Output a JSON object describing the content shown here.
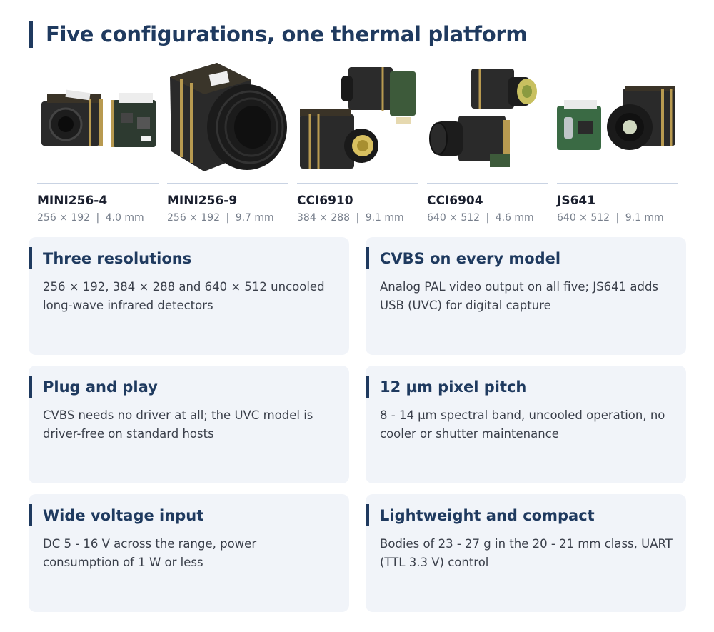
{
  "header": {
    "title": "Five configurations, one thermal platform"
  },
  "products": [
    {
      "name": "MINI256-4",
      "resolution": "256 × 192",
      "separator": "|",
      "lens": "4.0 mm"
    },
    {
      "name": "MINI256-9",
      "resolution": "256 × 192",
      "separator": "|",
      "lens": "9.7 mm"
    },
    {
      "name": "CCI6910",
      "resolution": "384 × 288",
      "separator": "|",
      "lens": "9.1 mm"
    },
    {
      "name": "CCI6904",
      "resolution": "640 × 512",
      "separator": "|",
      "lens": "4.6 mm"
    },
    {
      "name": "JS641",
      "resolution": "640 × 512",
      "separator": "|",
      "lens": "9.1 mm"
    }
  ],
  "features": [
    {
      "title": "Three resolutions",
      "text": "256 × 192, 384 × 288 and 640 × 512 uncooled long-wave infrared detectors"
    },
    {
      "title": "CVBS on every model",
      "text": "Analog PAL video output on all five; JS641 adds USB (UVC) for digital capture"
    },
    {
      "title": "Plug and play",
      "text": "CVBS needs no driver at all; the UVC model is driver-free on standard hosts"
    },
    {
      "title": "12 µm pixel pitch",
      "text": "8 - 14 µm spectral band, uncooled operation, no cooler or shutter maintenance"
    },
    {
      "title": "Wide voltage input",
      "text": "DC 5 - 16 V across the range, power consumption of 1 W or less"
    },
    {
      "title": "Lightweight and compact",
      "text": "Bodies of 23 - 27 g in the 20 - 21 mm class, UART (TTL 3.3 V) control"
    }
  ],
  "colors": {
    "accent": "#1f3a5f",
    "card_bg": "#f1f4f9",
    "rule": "#c9d3e3"
  }
}
